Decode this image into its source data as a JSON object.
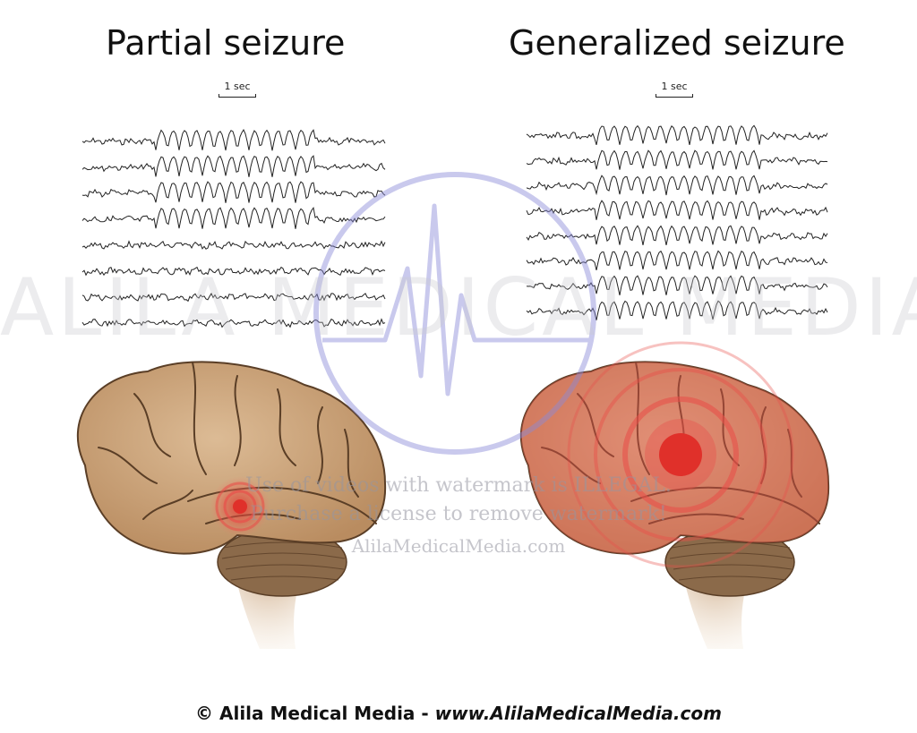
{
  "titles": {
    "left": "Partial seizure",
    "right": "Generalized seizure"
  },
  "scale": {
    "left": "1 sec",
    "right": "1 sec"
  },
  "watermark": {
    "big": "ALILA MEDICAL MEDIA",
    "line1": "Use of videos with watermark is ILLEGAL.",
    "line2": "Purchase a license to remove watermark!",
    "line3": "AlilaMedicalMedia.com"
  },
  "footer": {
    "copyright": "© Alila Medical Media - ",
    "url": "www.AlilaMedicalMedia.com"
  },
  "colors": {
    "brain": "#c9a27a",
    "brain_outline": "#5a3e26",
    "seizure": "#e0302a",
    "watermark": "#8a8ad8"
  }
}
